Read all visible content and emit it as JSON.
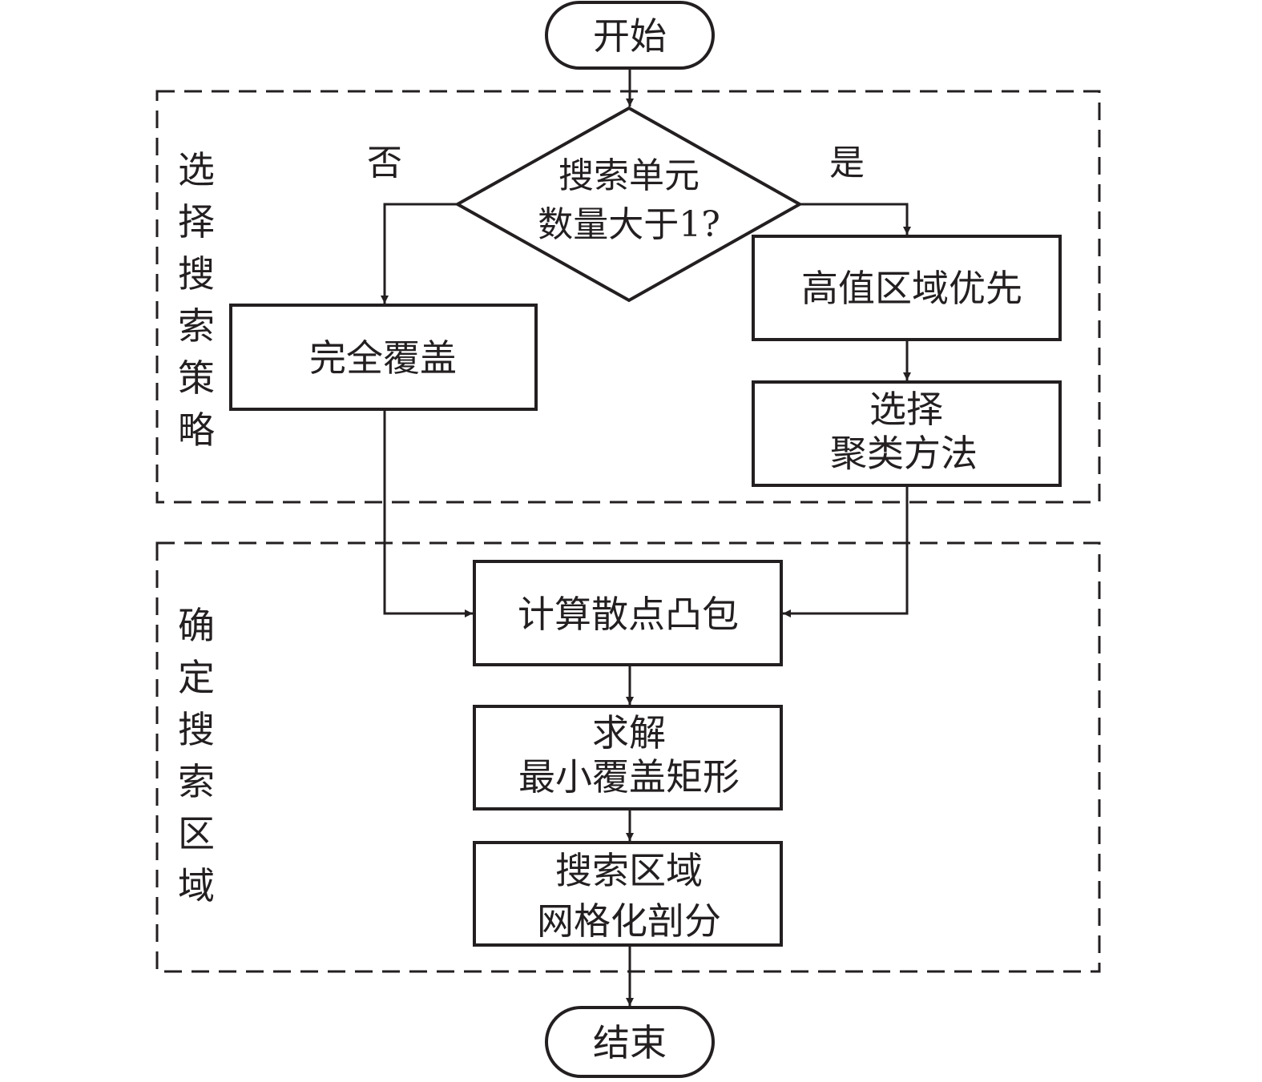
{
  "start": {
    "label": "开始"
  },
  "end": {
    "label": "结束"
  },
  "groups": [
    {
      "label_chars": [
        "选",
        "择",
        "搜",
        "索",
        "策",
        "略"
      ],
      "title": "选择搜索策略"
    },
    {
      "label_chars": [
        "确",
        "定",
        "搜",
        "索",
        "区",
        "域"
      ],
      "title": "确定搜索区域"
    }
  ],
  "decision": {
    "lines": [
      "搜索单元",
      "数量大于1?"
    ],
    "no_label": "否",
    "yes_label": "是"
  },
  "steps": {
    "full_cover": {
      "lines": [
        "完全覆盖"
      ]
    },
    "high_value_first": {
      "lines": [
        "高值区域优先"
      ]
    },
    "select_cluster": {
      "lines": [
        "选择",
        "聚类方法"
      ]
    },
    "convex_hull": {
      "lines": [
        "计算散点凸包"
      ]
    },
    "min_rect": {
      "lines": [
        "求解",
        "最小覆盖矩形"
      ]
    },
    "grid": {
      "lines": [
        "搜索区域",
        "网格化剖分"
      ]
    }
  },
  "colors": {
    "stroke": "#231f20",
    "background": "#ffffff"
  }
}
